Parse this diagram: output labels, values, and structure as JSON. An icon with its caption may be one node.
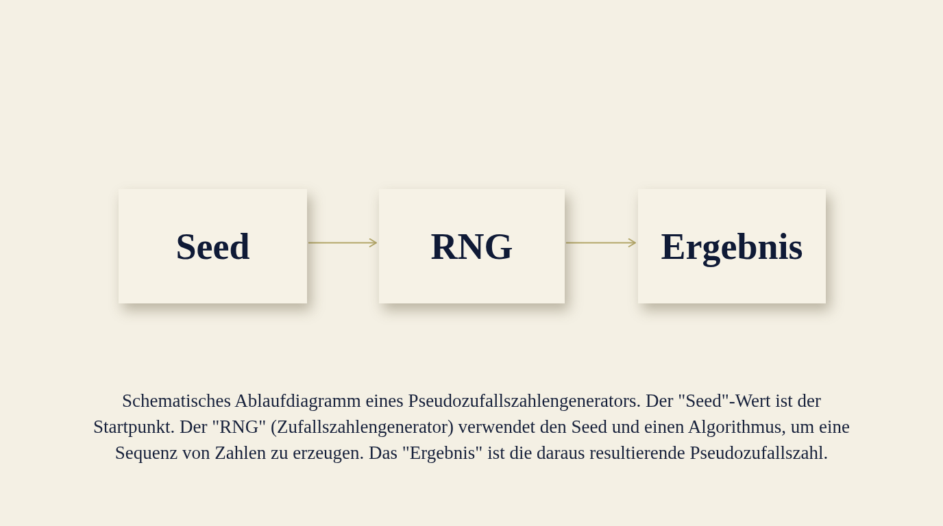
{
  "diagram": {
    "caption": "Schematisches Ablaufdiagramm eines Pseudozufallszahlengenerators. Der \"Seed\"-Wert ist der Startpunkt. Der \"RNG\" (Zufallszahlengenerator) verwendet den Seed und einen Algorithmus, um eine Sequenz von Zahlen zu erzeugen. Das \"Ergebnis\" ist die daraus resultierende Pseudozufallszahl.",
    "nodes": [
      {
        "text": [
          "Seed"
        ]
      },
      {
        "text": [
          "RNG"
        ]
      },
      {
        "text": [
          "Ergebnis"
        ]
      }
    ],
    "edges": [
      {
        "from": 0,
        "to": 1,
        "arrow": "to"
      },
      {
        "from": 1,
        "to": 2,
        "arrow": "to"
      }
    ]
  }
}
